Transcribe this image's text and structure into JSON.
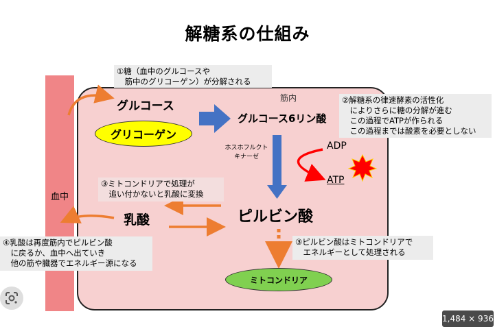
{
  "title": "解糖系の仕組み",
  "labels": {
    "blood": "血中",
    "muscle": "筋内",
    "glucose": "グルコース",
    "glycogen": "グリコーゲン",
    "glucose6p": "グルコース6リン酸",
    "pfk": "ホスホフルクト\nキナーゼ",
    "adp": "ADP",
    "atp": "ATP",
    "pyruvate": "ピルビン酸",
    "lactate": "乳酸",
    "mitochondria": "ミトコンドリア"
  },
  "notes": {
    "n1": "①糖（血中のグルコースや\n　筋中のグリコーゲン）が分解される",
    "n2": "②解糖系の律速酵素の活性化\n　によりさらに糖の分解が進む\n　この過程でATPが作られる\n　この過程までは酸素を必要としない",
    "n3": "③ミトコンドリアで処理が\n　追い付かないと乳酸に変換",
    "n4": "④乳酸は再度筋内でピルビン酸\n　に戻るか、血中へ出ていき\n　他の筋や臓器でエネルギー源になる",
    "n5": "③ピルビン酸はミトコンドリアで\n　エネルギーとして処理される"
  },
  "overlay": {
    "image_size": "1,484 × 936",
    "lens_icon": "google-lens-icon"
  },
  "colors": {
    "muscle_bg": "#f7d0d0",
    "blood_bar": "#f08587",
    "blue_arrow": "#4472c4",
    "orange_arrow": "#ed7d31",
    "red_arrow": "#ff0000",
    "glycogen": "#ffff00",
    "mitochondria": "#80d050"
  }
}
